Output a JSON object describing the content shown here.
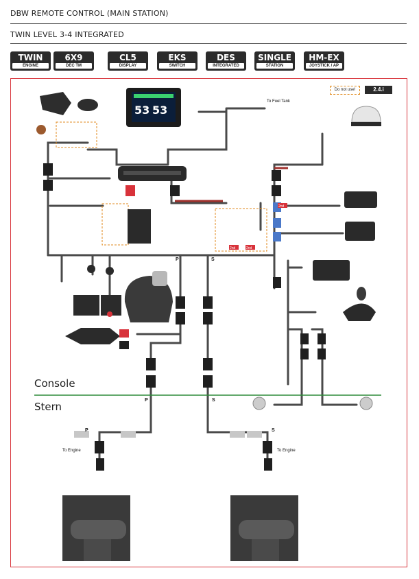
{
  "header": {
    "title": "DBW REMOTE CONTROL (MAIN STATION)",
    "subtitle": "TWIN LEVEL 3-4 INTEGRATED"
  },
  "badges": [
    {
      "big": "TWIN",
      "small": "ENGINE"
    },
    {
      "big": "6X9",
      "small": "DEC TM"
    },
    {
      "big": "CL5",
      "small": "DISPLAY"
    },
    {
      "big": "EKS",
      "small": "SWITCH"
    },
    {
      "big": "DES",
      "small": "INTEGRATED"
    },
    {
      "big": "SINGLE",
      "small": "STATION"
    },
    {
      "big": "HM-EX",
      "small": "JOYSTICK / AP"
    }
  ],
  "diagram": {
    "do_not_use": "Do not use!",
    "code": "2.4.i",
    "fuel_tank": "To Fuel Tank",
    "zone_console": "Console",
    "zone_stern": "Stern",
    "to_engine_left": "To Engine",
    "to_engine_right": "To Engine",
    "port": "P",
    "starboard": "S",
    "second": "2nd",
    "gauge_left": "53",
    "gauge_right": "53"
  },
  "colors": {
    "frame": "#d8323a",
    "divider": "#2e8b3a",
    "wire": "#4a4a4a",
    "red_cable": "#a0302c",
    "blue_connector": "#4a78c8",
    "red_connector": "#d8323a"
  }
}
